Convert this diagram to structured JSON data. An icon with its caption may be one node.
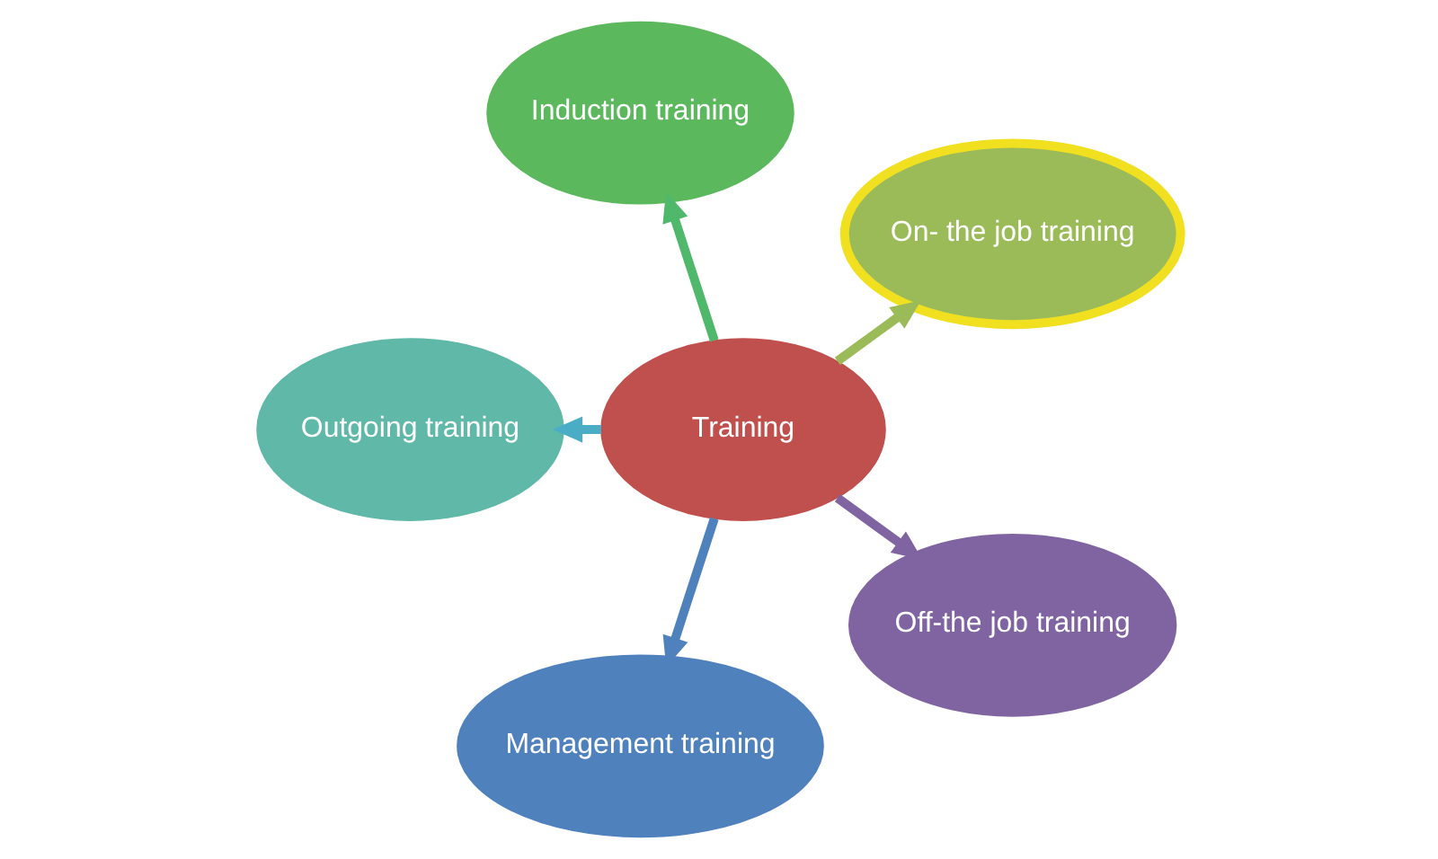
{
  "diagram": {
    "nodes": [
      {
        "text": [
          "Training"
        ]
      },
      {
        "text": [
          "On- the job training"
        ]
      },
      {
        "text": [
          "Induction training"
        ]
      },
      {
        "text": [
          "Outgoing training"
        ]
      },
      {
        "text": [
          "Management training"
        ]
      },
      {
        "text": [
          "Off-the job training"
        ]
      }
    ],
    "edges": [
      {
        "from": 0,
        "to": 1,
        "arrow": "to",
        "color": "#9bbb59"
      },
      {
        "from": 0,
        "to": 2,
        "arrow": "to",
        "color": "#4fb86a"
      },
      {
        "from": 0,
        "to": 3,
        "arrow": "to",
        "color": "#4bacc6"
      },
      {
        "from": 0,
        "to": 4,
        "arrow": "to",
        "color": "#4f81bd"
      },
      {
        "from": 0,
        "to": 5,
        "arrow": "to",
        "color": "#8064a2"
      }
    ]
  }
}
